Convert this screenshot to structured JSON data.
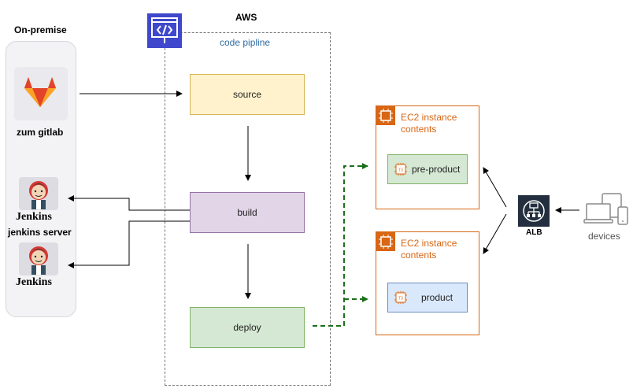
{
  "onprem": {
    "title": "On-premise",
    "gitlab_label": "zum gitlab",
    "jenkins_label": "jenkins server",
    "jenkins_logo_text": "Jenkins"
  },
  "aws": {
    "title": "AWS",
    "pipeline_label": "code pipline",
    "stages": {
      "source": "source",
      "build": "build",
      "deploy": "deploy"
    }
  },
  "ec2": {
    "title_line1": "EC2 instance",
    "title_line2": "contents",
    "instances": {
      "pre_product": "pre-product",
      "product": "product"
    },
    "chip_text": "T3"
  },
  "alb": {
    "label": "ALB"
  },
  "devices": {
    "label": "devices"
  },
  "colors": {
    "source_fill": "#fff2cc",
    "source_border": "#d6b656",
    "build_fill": "#e1d5e7",
    "build_border": "#9673a6",
    "deploy_fill": "#d5e8d4",
    "deploy_border": "#82b366",
    "pre_product_fill": "#d5e8d4",
    "product_fill": "#dae8fc",
    "ec2_orange": "#d86613",
    "pipeline_icon_blue": "#3f48cc",
    "deploy_arrow_green": "#1b6f1b"
  }
}
